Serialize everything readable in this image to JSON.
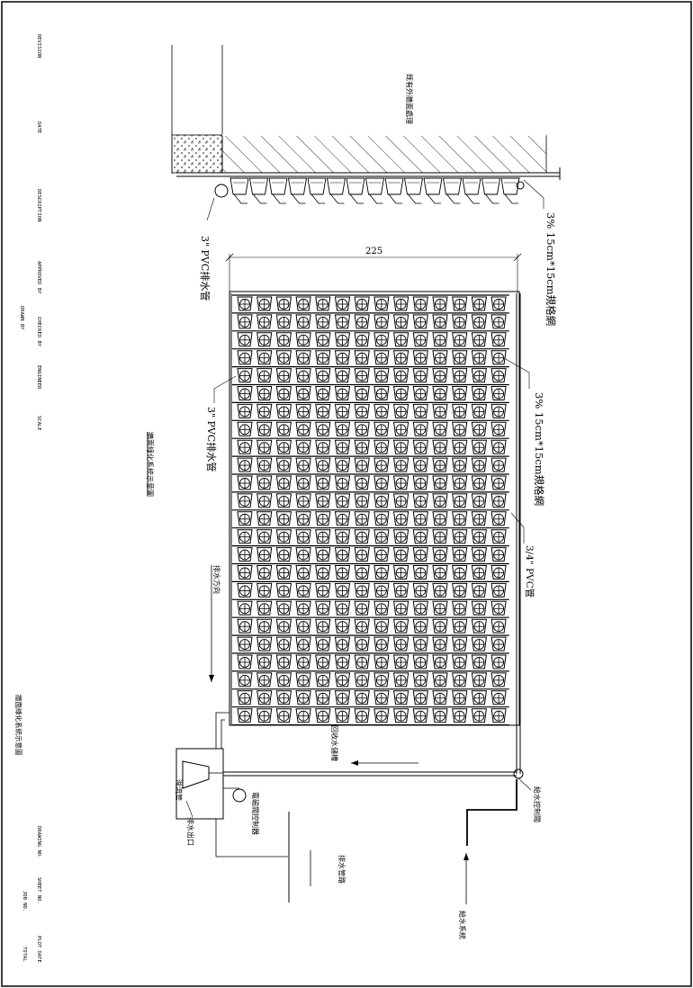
{
  "labels": {
    "wall_spec": "3% 15cm*15cm規格網",
    "pipe_3in_top": "3\" PVC排水管",
    "pipe_3in_mid": "3\" PVC排水管",
    "pipe_34in": "3/4\" PVC管",
    "mesh_spec_mid": "3% 15cm*15cm規格網",
    "dim_width": "225",
    "wall_note": "既有外牆面處理",
    "drain_flow": "排水方向",
    "return_water": "回收水儲槽",
    "control_valve": "給水控制閥",
    "solenoid": "電磁閥控制器",
    "overflow": "溢流管",
    "drain_outlet": "排水出口",
    "supply": "給水系統",
    "drain_line": "排水管路",
    "title_main": "牆面綠化系統示意圖",
    "title_side": "牆面綠化系統示意圖"
  },
  "title_block": {
    "revision": "REVISION",
    "date": "DATE",
    "description": "DESCRIPTION",
    "approved": "APPROVED BY",
    "checked": "CHECKED BY",
    "engineer": "ENGINEER",
    "drawn": "DRAWN BY",
    "scale": "SCALE",
    "drawing_no": "DRAWING NO.",
    "sheet_no": "SHEET NO.",
    "job_no": "JOB NO.",
    "plot_date": "PLOT DATE",
    "total": "TOTAL"
  }
}
